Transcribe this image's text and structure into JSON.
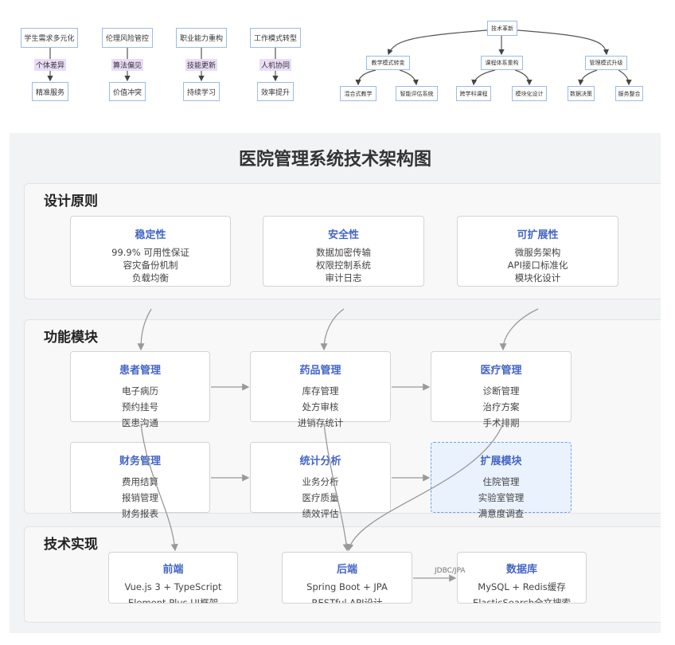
{
  "small_flows": [
    {
      "from": "学生需求多元化",
      "label": "个体差异",
      "to": "精准服务"
    },
    {
      "from": "伦理风险管控",
      "label": "算法偏见",
      "to": "价值冲突"
    },
    {
      "from": "职业能力重构",
      "label": "技能更新",
      "to": "持续学习"
    },
    {
      "from": "工作模式转型",
      "label": "人机协同",
      "to": "效率提升"
    }
  ],
  "tree": {
    "root": "技术革新",
    "branches": [
      {
        "label": "教学模式转变",
        "children": [
          "混合式教学",
          "智能评估系统"
        ]
      },
      {
        "label": "课程体系重构",
        "children": [
          "跨学科课程",
          "模块化设计"
        ]
      },
      {
        "label": "管理模式升级",
        "children": [
          "数据决策",
          "服务整合"
        ]
      }
    ]
  },
  "main": {
    "title": "医院管理系统技术架构图",
    "sections": [
      {
        "heading": "设计原则",
        "cards": [
          {
            "title": "稳定性",
            "items": [
              "99.9% 可用性保证",
              "容灾备份机制",
              "负载均衡"
            ]
          },
          {
            "title": "安全性",
            "items": [
              "数据加密传输",
              "权限控制系统",
              "审计日志"
            ]
          },
          {
            "title": "可扩展性",
            "items": [
              "微服务架构",
              "API接口标准化",
              "模块化设计"
            ]
          }
        ]
      },
      {
        "heading": "功能模块",
        "cards": [
          {
            "title": "患者管理",
            "items": [
              "电子病历",
              "预约挂号",
              "医患沟通"
            ]
          },
          {
            "title": "药品管理",
            "items": [
              "库存管理",
              "处方审核",
              "进销存统计"
            ]
          },
          {
            "title": "医疗管理",
            "items": [
              "诊断管理",
              "治疗方案",
              "手术排期"
            ]
          },
          {
            "title": "财务管理",
            "items": [
              "费用结算",
              "报销管理",
              "财务报表"
            ]
          },
          {
            "title": "统计分析",
            "items": [
              "业务分析",
              "医疗质量",
              "绩效评估"
            ]
          },
          {
            "title": "扩展模块",
            "items": [
              "住院管理",
              "实验室管理",
              "满意度调查"
            ]
          }
        ]
      },
      {
        "heading": "技术实现",
        "cards": [
          {
            "title": "前端",
            "items": [
              "Vue.js 3 + TypeScript",
              "Element Plus UI框架"
            ]
          },
          {
            "title": "后端",
            "items": [
              "Spring Boot + JPA",
              "RESTful API设计"
            ]
          },
          {
            "title": "数据库",
            "items": [
              "MySQL + Redis缓存",
              "ElasticSearch全文搜索"
            ]
          }
        ]
      }
    ],
    "edge_label": "JDBC/JPA"
  },
  "colors": {
    "card_title": "#4466c4",
    "panel_bg": "#f2f3f5",
    "node_border": "#9bbbe6",
    "edge_label_bg": "#eadcf7",
    "extension_bg": "#eaf2fd"
  }
}
